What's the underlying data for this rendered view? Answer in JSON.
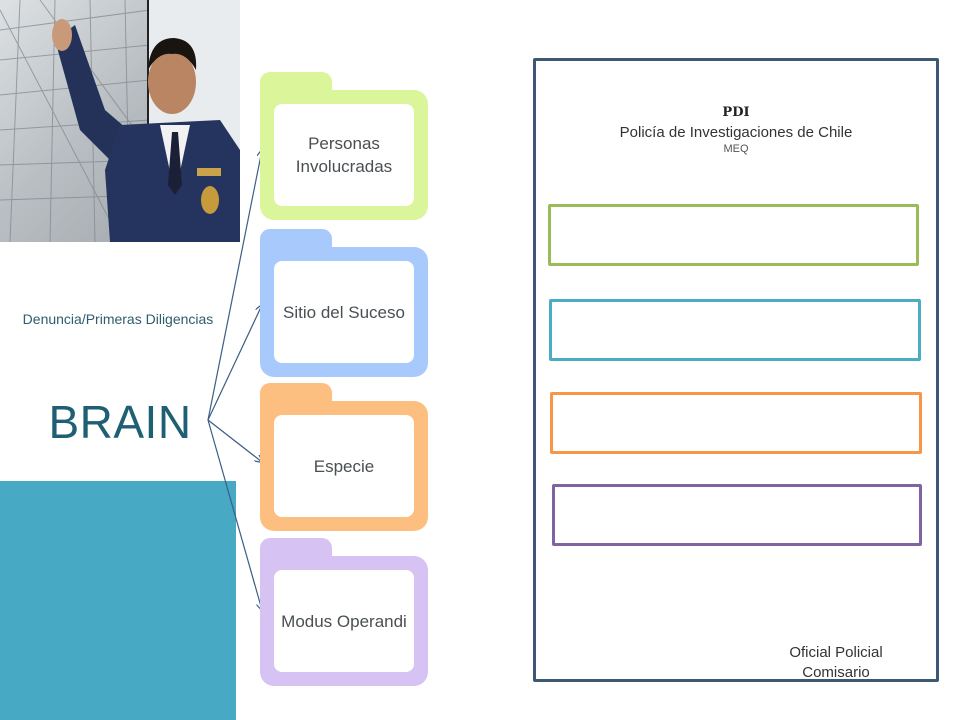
{
  "left": {
    "caption": "Denuncia/Primeras Diligencias",
    "center_label": "BRAIN"
  },
  "folders": [
    {
      "label": "Personas Involucradas"
    },
    {
      "label": "Sitio del Suceso"
    },
    {
      "label": "Especie"
    },
    {
      "label": "Modus Operandi"
    }
  ],
  "panel": {
    "org_short": "PDI",
    "org_name": "Policía de Investigaciones de Chile",
    "org_sub": "MEQ",
    "signature_title": "Oficial Policial",
    "signature_rank": "Comisario"
  },
  "colors": {
    "folder_personas": "#dbf59a",
    "folder_sitio": "#a8c9fb",
    "folder_especie": "#fdbf80",
    "folder_modus": "#d6c3f3",
    "teal_block": "#48a9c5",
    "panel_border": "#3d5872",
    "box_green": "#9bbb59",
    "box_teal": "#4bacc6",
    "box_orange": "#f79646",
    "box_purple": "#8064a2"
  }
}
